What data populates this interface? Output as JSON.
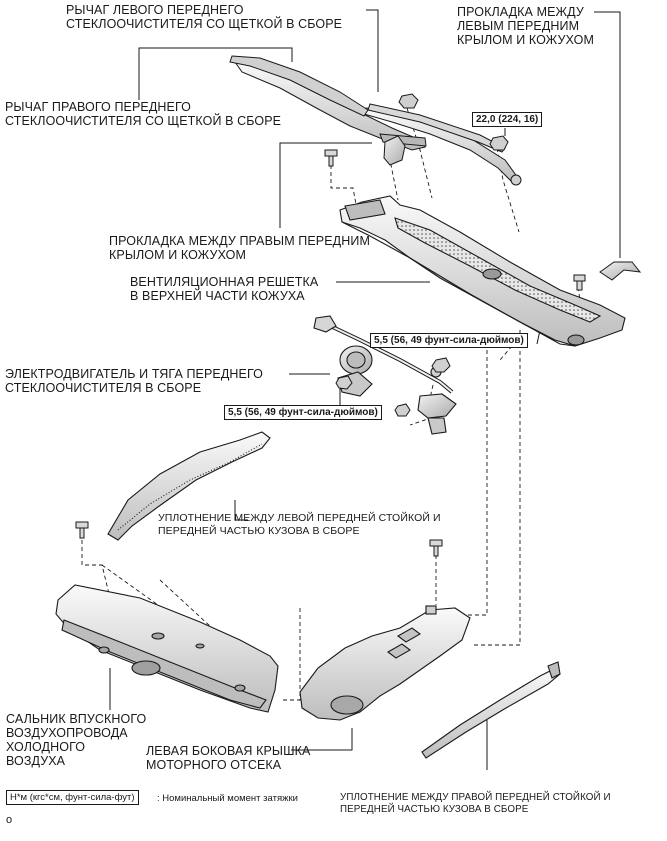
{
  "labels": {
    "left_wiper_arm": "РЫЧАГ ЛЕВОГО ПЕРЕДНЕГО\nСТЕКЛООЧИСТИТЕЛЯ СО ЩЕТКОЙ В СБОРЕ",
    "seal_left_fender": "ПРОКЛАДКА МЕЖДУ\nЛЕВЫМ ПЕРЕДНИМ\nКРЫЛОМ И КОЖУХОМ",
    "right_wiper_arm": "РЫЧАГ ПРАВОГО ПЕРЕДНЕГО\nСТЕКЛООЧИСТИТЕЛЯ СО ЩЕТКОЙ В СБОРЕ",
    "seal_right_fender": "ПРОКЛАДКА МЕЖДУ ПРАВЫМ ПЕРЕДНИМ\nКРЫЛОМ И КОЖУХОМ",
    "cowl_louver": "ВЕНТИЛЯЦИОННАЯ РЕШЕТКА\nВ ВЕРХНЕЙ ЧАСТИ КОЖУХА",
    "wiper_motor_link": "ЭЛЕКТРОДВИГАТЕЛЬ И ТЯГА ПЕРЕДНЕГО\nСТЕКЛООЧИСТИТЕЛЯ В СБОРЕ",
    "left_pillar_seal": "УПЛОТНЕНИЕ МЕЖДУ ЛЕВОЙ ПЕРЕДНЕЙ СТОЙКОЙ И\nПЕРЕДНЕЙ ЧАСТЬЮ КУЗОВА В СБОРЕ",
    "cool_air_intake_seal": "САЛЬНИК ВПУСКНОГО\nВОЗДУХОПРОВОДА ХОЛОДНОГО\nВОЗДУХА",
    "engine_side_cover": "ЛЕВАЯ БОКОВАЯ КРЫШКА\nМОТОРНОГО ОТСЕКА",
    "right_pillar_seal": "УПЛОТНЕНИЕ МЕЖДУ ПРАВОЙ ПЕРЕДНЕЙ СТОЙКОЙ И\nПЕРЕДНЕЙ ЧАСТЬЮ КУЗОВА В СБОРЕ"
  },
  "torques": {
    "nut_torque": "22,0 (224, 16)",
    "louver_torque": "5,5 (56, 49 фунт-сила-дюймов)",
    "motor_torque": "5,5 (56, 49 фунт-сила-дюймов)"
  },
  "legend": {
    "unit_box": "Н*м (кгс*см, фунт-сила-фут)",
    "description": ": Номинальный момент затяжки"
  },
  "footer_mark": "o",
  "colors": {
    "line": "#1a1a1a",
    "part_fill": "#f4f4f4",
    "part_shade": "#c9c9c9",
    "part_dark": "#8a8a8a"
  }
}
